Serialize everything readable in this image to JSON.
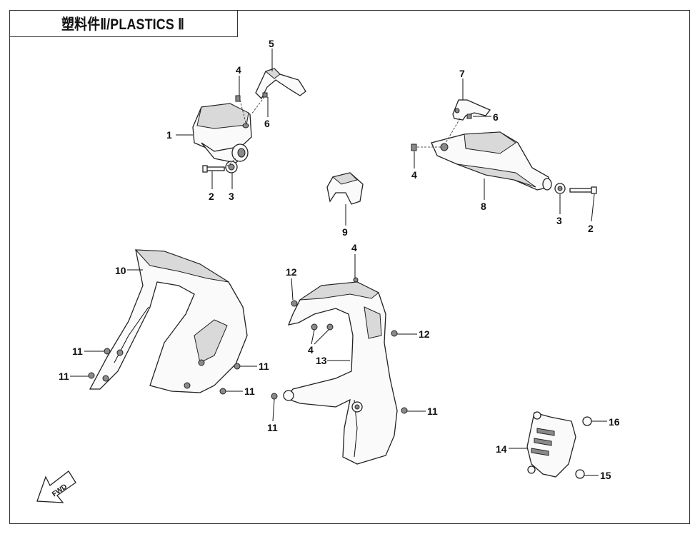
{
  "title": "塑料件Ⅱ/PLASTICS Ⅱ",
  "fwd_label": "FWD",
  "callouts": [
    {
      "id": "c1",
      "text": "1"
    },
    {
      "id": "c2a",
      "text": "2"
    },
    {
      "id": "c3a",
      "text": "3"
    },
    {
      "id": "c4a",
      "text": "4"
    },
    {
      "id": "c5",
      "text": "5"
    },
    {
      "id": "c6a",
      "text": "6"
    },
    {
      "id": "c7",
      "text": "7"
    },
    {
      "id": "c6b",
      "text": "6"
    },
    {
      "id": "c4b",
      "text": "4"
    },
    {
      "id": "c8",
      "text": "8"
    },
    {
      "id": "c3b",
      "text": "3"
    },
    {
      "id": "c2b",
      "text": "2"
    },
    {
      "id": "c9",
      "text": "9"
    },
    {
      "id": "c10",
      "text": "10"
    },
    {
      "id": "c11a",
      "text": "11"
    },
    {
      "id": "c11b",
      "text": "11"
    },
    {
      "id": "c11c",
      "text": "11"
    },
    {
      "id": "c11d",
      "text": "11"
    },
    {
      "id": "c4c",
      "text": "4"
    },
    {
      "id": "c12a",
      "text": "12"
    },
    {
      "id": "c4d",
      "text": "4"
    },
    {
      "id": "c12b",
      "text": "12"
    },
    {
      "id": "c13",
      "text": "13"
    },
    {
      "id": "c11e",
      "text": "11"
    },
    {
      "id": "c11f",
      "text": "11"
    },
    {
      "id": "c14",
      "text": "14"
    },
    {
      "id": "c16",
      "text": "16"
    },
    {
      "id": "c15",
      "text": "15"
    }
  ]
}
